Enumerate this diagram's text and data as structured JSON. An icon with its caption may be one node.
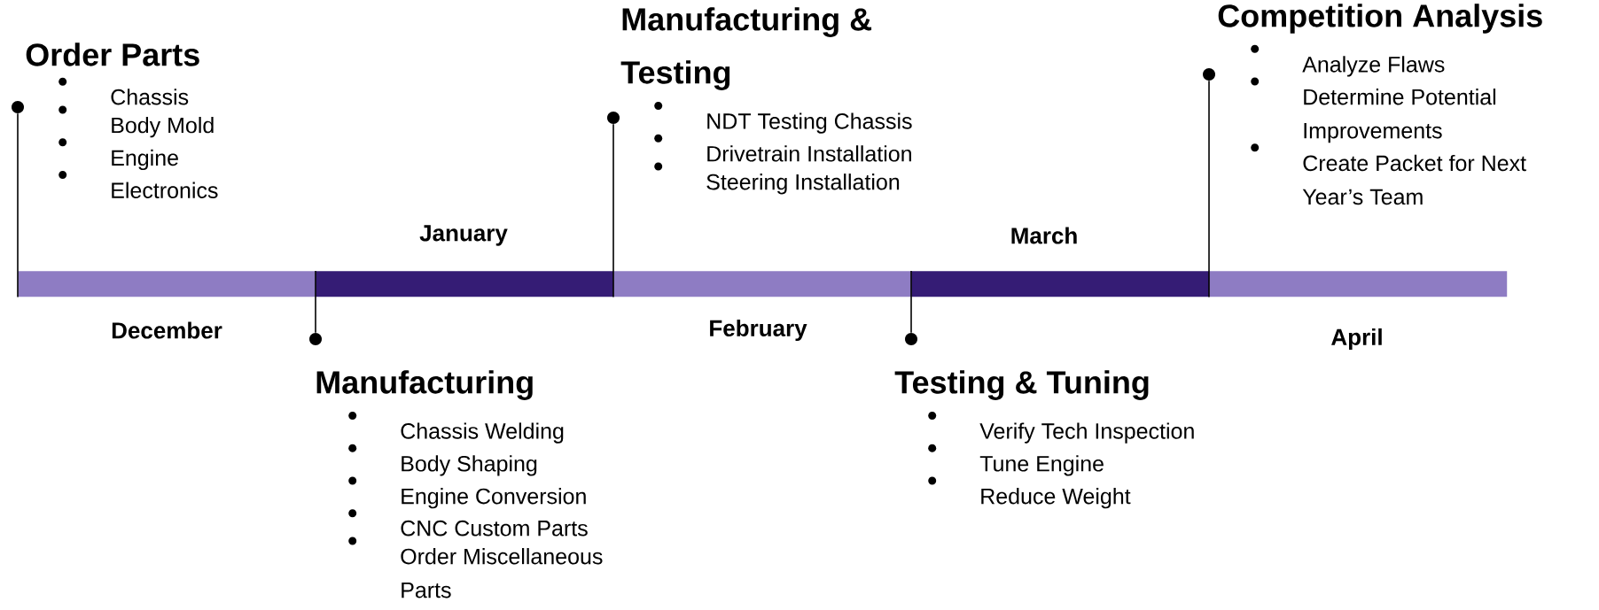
{
  "diagram": {
    "nodes": [
      {
        "text": [],
        "shape": "bar",
        "beside": [
          "December"
        ]
      },
      {
        "text": [],
        "shape": "bar",
        "beside": [
          "January"
        ]
      },
      {
        "text": [],
        "shape": "bar",
        "beside": [
          "February"
        ]
      },
      {
        "text": [],
        "shape": "bar",
        "beside": [
          "March"
        ]
      },
      {
        "text": [],
        "shape": "bar",
        "beside": [
          "April"
        ]
      },
      {
        "text": [
          "Order Parts",
          "Chassis",
          "Body Mold",
          "Engine",
          "Electronics"
        ]
      },
      {
        "text": [
          "Manufacturing",
          "Chassis Welding",
          "Body Shaping",
          "Engine Conversion",
          "CNC Custom Parts",
          "Order Miscellaneous Parts"
        ]
      },
      {
        "text": [
          "Manufacturing & Testing",
          "NDT Testing Chassis",
          "Drivetrain Installation",
          "Steering Installation"
        ]
      },
      {
        "text": [
          "Testing & Tuning",
          "Verify Tech Inspection",
          "Tune Engine",
          "Reduce Weight"
        ]
      },
      {
        "text": [
          "Competition Analysis",
          "Analyze Flaws",
          "Determine Potential Improvements",
          "Create Packet for Next Year’s Team"
        ]
      },
      {
        "text": [],
        "shape": "circle"
      },
      {
        "text": [],
        "shape": "circle"
      },
      {
        "text": [],
        "shape": "circle"
      },
      {
        "text": [],
        "shape": "circle"
      },
      {
        "text": [],
        "shape": "circle"
      }
    ],
    "edges": [
      {
        "from": 10,
        "to": 0,
        "arrow": "none"
      },
      {
        "from": 11,
        "to": 1,
        "arrow": "none"
      },
      {
        "from": 12,
        "to": 2,
        "arrow": "none"
      },
      {
        "from": 13,
        "to": 3,
        "arrow": "none"
      },
      {
        "from": 14,
        "to": 4,
        "arrow": "none"
      }
    ]
  }
}
